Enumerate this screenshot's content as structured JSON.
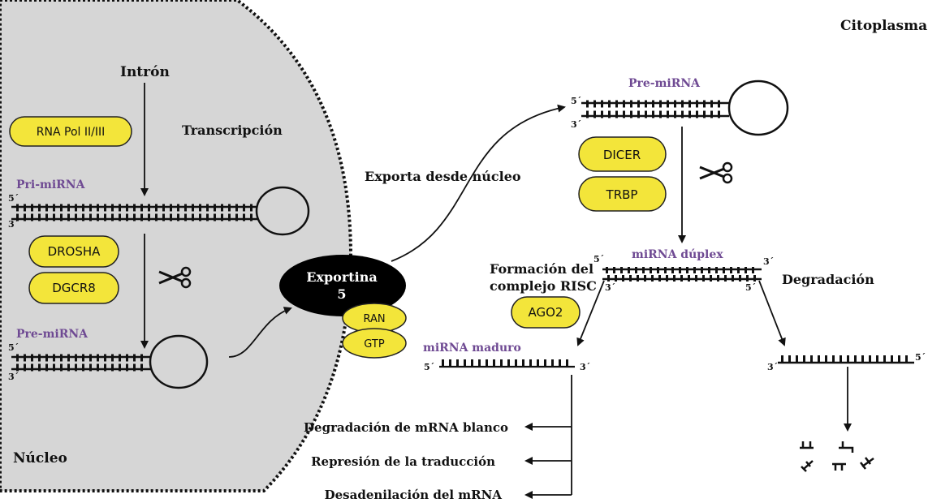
{
  "compartments": {
    "cytoplasm": "Citoplasma",
    "nucleus": "Núcleo"
  },
  "nucleus_region": {
    "intron": "Intrón",
    "transcription": "Transcripción",
    "polymerase": "RNA Pol II/III",
    "pri_mirna": "Pri-miRNA",
    "pre_mirna": "Pre-miRNA",
    "drosha": "DROSHA",
    "dgcr8": "DGCR8"
  },
  "export": {
    "label": "Exporta desde núcleo",
    "exportin_line1": "Exportina",
    "exportin_line2": "5",
    "ran": "RAN",
    "gtp": "GTP"
  },
  "cytoplasm_region": {
    "pre_mirna": "Pre-miRNA",
    "dicer": "DICER",
    "trbp": "TRBP",
    "duplex": "miRNA dúplex",
    "risc_line1": "Formación del",
    "risc_line2": "complejo RISC",
    "ago2": "AGO2",
    "degradation": "Degradación",
    "mature": "miRNA maduro"
  },
  "outcomes": [
    "Degradación de mRNA blanco",
    "Represión de la traducción",
    "Desadenilación del mRNA"
  ],
  "ends": {
    "five": "5´",
    "three": "3´"
  },
  "icons": [
    "scissors-icon"
  ]
}
